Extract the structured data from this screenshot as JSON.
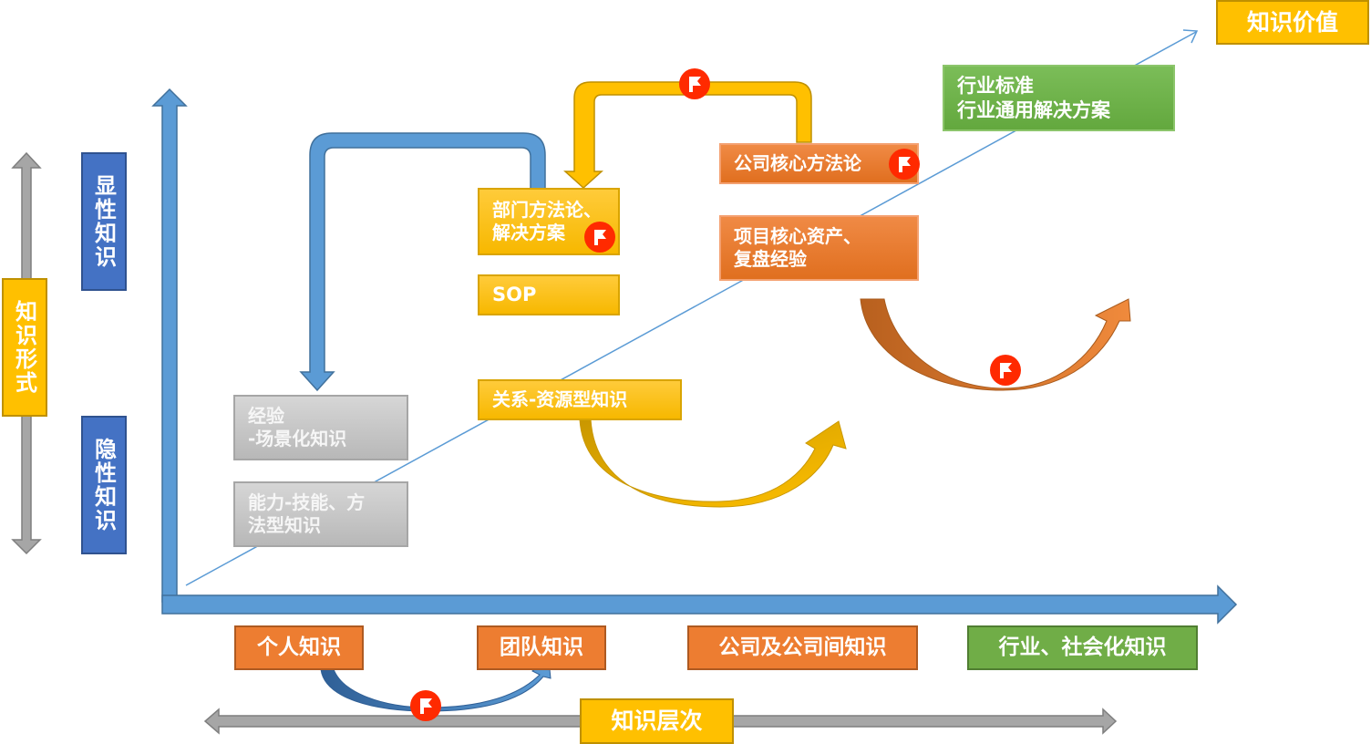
{
  "diagram": {
    "title_value_axis": "知识价值",
    "form_axis_label": "知识形式",
    "level_axis_label": "知识层次",
    "explicit_label": "显性知识",
    "tacit_label": "隐性知识",
    "levels": [
      {
        "label": "个人知识",
        "color": "#ed7d31"
      },
      {
        "label": "团队知识",
        "color": "#ed7d31"
      },
      {
        "label": "公司及公司间知识",
        "color": "#ed7d31"
      },
      {
        "label": "行业、社会化知识",
        "color": "#70ad47"
      }
    ],
    "nodes": {
      "experience": "经验\n-场景化知识",
      "ability": "能力-技能、方\n法型知识",
      "dept_method": "部门方法论、\n解决方案",
      "sop": "SOP",
      "relation": "关系-资源型知识",
      "company_method": "公司核心方法论",
      "project_assets": "项目核心资产、\n复盘经验",
      "industry": "行业标准\n行业通用解决方案"
    },
    "flags": [
      "flag-icon",
      "flag-icon",
      "flag-icon",
      "flag-icon",
      "flag-icon"
    ],
    "colors": {
      "axis_blue": "#5b9bd5",
      "yellow": "#ffc000",
      "orange": "#ed7d31",
      "green": "#70ad47",
      "gray": "#bfbfbf",
      "dark_blue": "#4472c4",
      "flag_red": "#ff2a00"
    }
  }
}
